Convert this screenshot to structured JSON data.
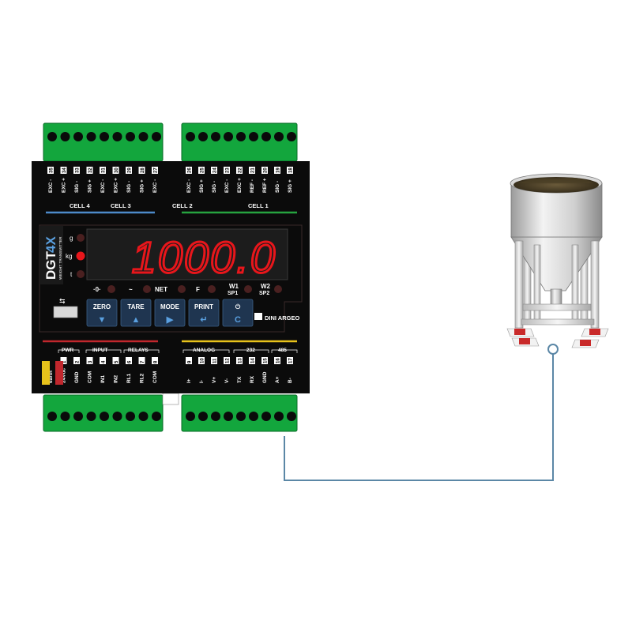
{
  "device": {
    "brand_model": "DGT",
    "model_suffix": "4X",
    "subtitle": "WEIGHT TRANSMITTER",
    "manufacturer": "DINI ARGEO",
    "display_value": "1000.0",
    "units": [
      "g",
      "kg",
      "t"
    ],
    "active_unit": "kg",
    "indicators": [
      {
        "label": "·0·"
      },
      {
        "label": "~"
      },
      {
        "label": "NET"
      },
      {
        "label": "F"
      },
      {
        "label": "W1",
        "sub": "SP1"
      },
      {
        "label": "W2",
        "sub": "SP2"
      }
    ],
    "buttons": [
      {
        "label": "ZERO",
        "symbol": "▼"
      },
      {
        "label": "TARE",
        "symbol": "▲"
      },
      {
        "label": "MODE",
        "symbol": "▶"
      },
      {
        "label": "PRINT",
        "symbol": "↵"
      },
      {
        "label": "⏻",
        "symbol": "C"
      }
    ],
    "top_terminals": {
      "left": [
        "EXC -",
        "EXC +",
        "SIG -",
        "SIG +",
        "EXC -",
        "EXC +",
        "SIG -",
        "SIG +",
        "EXC -"
      ],
      "left_numbers": [
        "35",
        "34",
        "33",
        "32",
        "31",
        "30",
        "29",
        "28",
        "27"
      ],
      "right": [
        "EXC -",
        "SIG +",
        "SIG -",
        "EXC -",
        "EXC +",
        "REF -",
        "REF +",
        "SIG -",
        "SIG +"
      ],
      "right_numbers": [
        "26",
        "25",
        "24",
        "23",
        "22",
        "21",
        "20",
        "19",
        "18"
      ]
    },
    "cell_labels": [
      "CELL 4",
      "CELL 3",
      "CELL 2",
      "CELL 1"
    ],
    "bottom_groups": [
      "PWR",
      "INPUT",
      "RELAYS",
      "ANALOG",
      "232",
      "485"
    ],
    "bottom_terminals": {
      "left": [
        "earth",
        "24Vdc",
        "GND",
        "COM",
        "IN1",
        "IN2",
        "RL1",
        "RL2",
        "COM"
      ],
      "left_numbers": [
        "",
        "1",
        "2",
        "3",
        "4",
        "5",
        "6",
        "7",
        "8"
      ],
      "right": [
        "I+",
        "I-",
        "V+",
        "V-",
        "TX",
        "RX",
        "GND",
        "A+",
        "B-"
      ],
      "right_numbers": [
        "9",
        "10",
        "11",
        "12",
        "13",
        "14",
        "15",
        "16",
        "17"
      ]
    },
    "colors": {
      "housing": "#0b0b0b",
      "terminal": "#13a63d",
      "display_red": "#e8161b",
      "button_blue": "#1f3550",
      "cell_blue": "#4d8ac9",
      "cell_green": "#26a33f",
      "pwr_red": "#c1272d",
      "analog_yellow": "#e7c21b",
      "cable": "#5b87a6"
    }
  },
  "silo": {
    "name": "silo-with-load-cells"
  }
}
